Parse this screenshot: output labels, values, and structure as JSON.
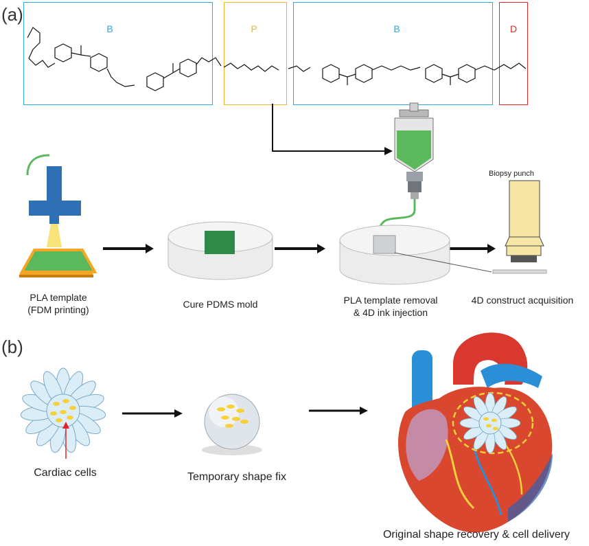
{
  "panel_a": {
    "label": "(a)",
    "segments": [
      {
        "label": "B",
        "color": "#2aa7e0"
      },
      {
        "label": "P",
        "color": "#f0b429"
      },
      {
        "label": "B",
        "color": "#2aa7e0"
      },
      {
        "label": "D",
        "color": "#e02626"
      }
    ],
    "steps": [
      {
        "caption_line1": "PLA template",
        "caption_line2": "(FDM printing)"
      },
      {
        "caption_line1": "Cure PDMS mold",
        "caption_line2": ""
      },
      {
        "caption_line1": "PLA template removal",
        "caption_line2": "& 4D ink injection"
      },
      {
        "caption_line1": "4D construct acquisition",
        "caption_line2": ""
      }
    ],
    "biopsy_label": "Biopsy punch"
  },
  "panel_b": {
    "label": "(b)",
    "steps": [
      {
        "caption": "Cardiac cells"
      },
      {
        "caption": "Temporary shape fix"
      },
      {
        "caption": "Original shape recovery & cell delivery"
      }
    ]
  },
  "colors": {
    "ink_green": "#5cb85c",
    "template_orange": "#f5a623",
    "cell_yellow": "#f7d13b",
    "heart_red": "#d9382e",
    "vessel_blue": "#2a8fd6"
  }
}
